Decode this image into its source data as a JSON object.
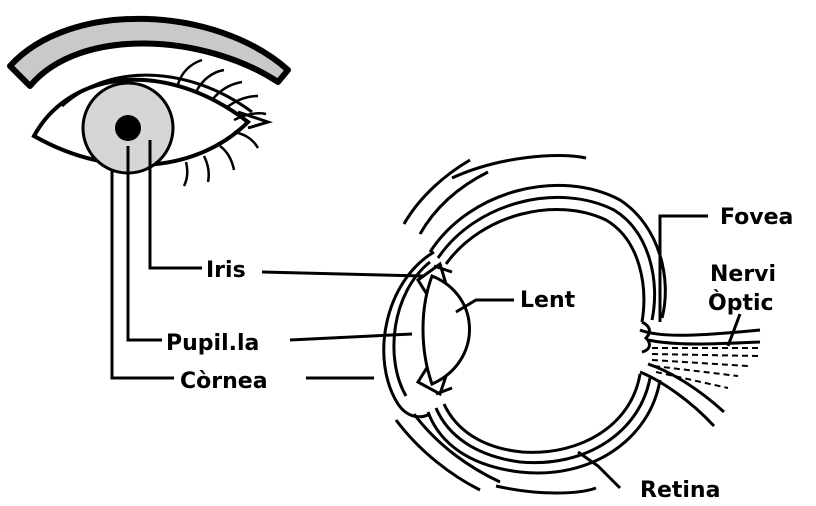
{
  "diagram": {
    "labels": {
      "iris": "Iris",
      "pupil": "Pupil.la",
      "cornea": "Còrnea",
      "lens": "Lent",
      "fovea": "Fovea",
      "optic_nerve_line1": "Nervi",
      "optic_nerve_line2": "Òptic",
      "retina": "Retina"
    },
    "colors": {
      "ink": "#000000",
      "iris_fill": "#d6d6d6",
      "brow_fill": "#c9c9c9",
      "background": "#ffffff"
    }
  }
}
